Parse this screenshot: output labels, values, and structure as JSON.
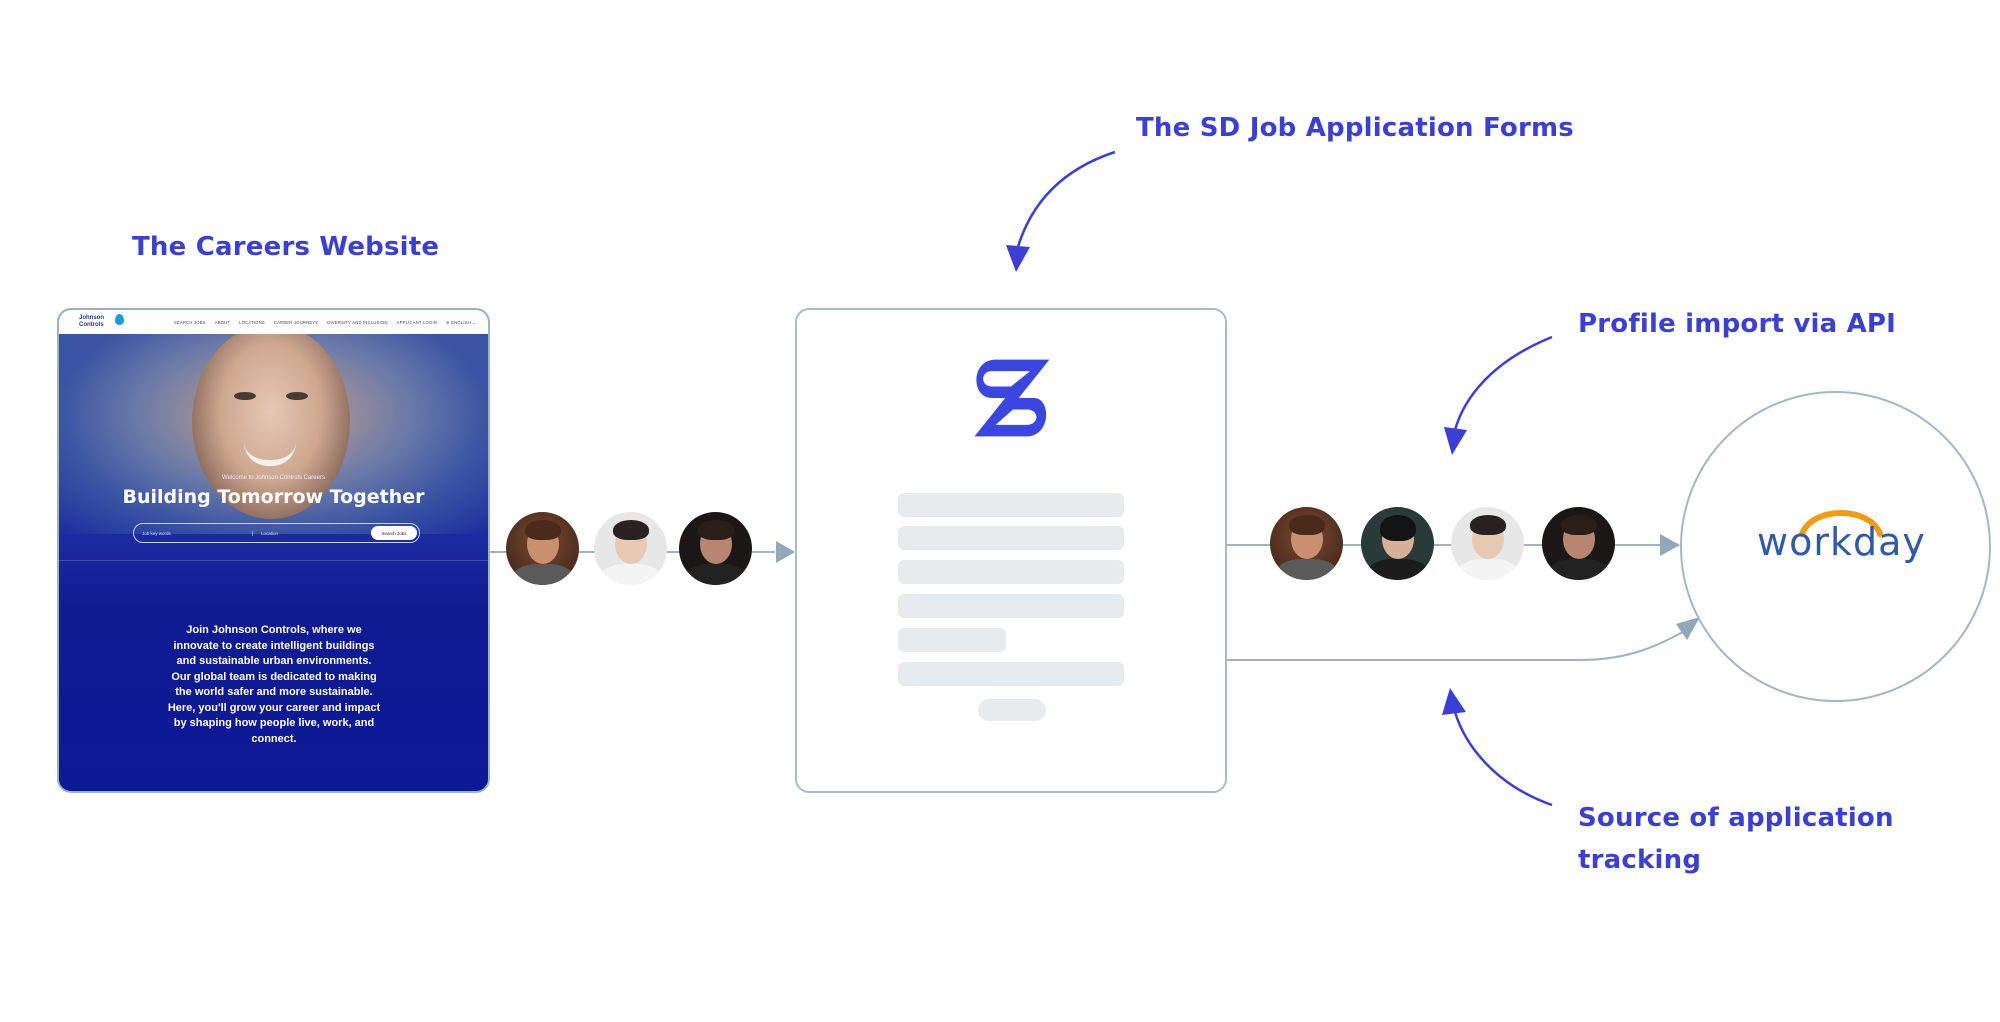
{
  "labels": {
    "careers_website": "The Careers Website",
    "sd_forms": "The SD Job Application Forms",
    "profile_import": "Profile import via API",
    "source_tracking_line1": "Source of application",
    "source_tracking_line2": "tracking"
  },
  "careers_site": {
    "logo_line1": "Johnson",
    "logo_line2": "Controls",
    "nav": [
      "SEARCH JOBS",
      "ABOUT",
      "LOCATIONS",
      "CAREER JOURNEYS",
      "DIVERSITY AND INCLUSION",
      "APPLICANT LOGIN",
      "⊕ ENGLISH ⌄"
    ],
    "welcome": "Welcome to Johnson Controls Careers",
    "headline": "Building Tomorrow Together",
    "search_keywords_placeholder": "Job key words",
    "search_location_placeholder": "Location",
    "search_button": "Search Jobs",
    "about_text": "Join Johnson Controls, where we innovate to create intelligent buildings and sustainable urban environments. Our global team is dedicated to making the world safer and more sustainable. Here, you'll grow your career and impact by shaping how people live, work, and connect."
  },
  "workday_logo": {
    "word": "workday",
    "registered": "®",
    "arc_color": "#f39c12",
    "text_color": "#2f5aa8"
  },
  "colors": {
    "accent": "#3a3fd6",
    "connector": "#9fb3c3",
    "form_field": "#e8ebee",
    "site_blue": "#0f1b93"
  }
}
